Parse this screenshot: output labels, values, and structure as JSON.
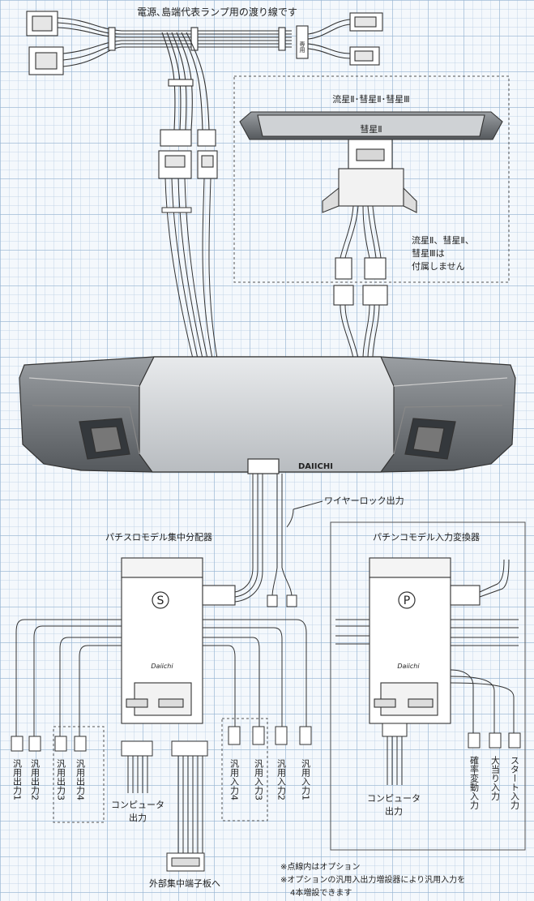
{
  "labels": {
    "harness_top": "電源､島端代表ランプ用の渡り線です",
    "harness_tag": "専用",
    "option_title": "流星Ⅱ･彗星Ⅱ･彗星Ⅲ",
    "lamp_name": "彗星Ⅱ",
    "not_included_1": "流星Ⅱ、彗星Ⅱ、",
    "not_included_2": "彗星Ⅲは",
    "not_included_3": "付属しません",
    "brand": "DAIICHI",
    "wire_lock": "ワイヤーロック出力",
    "pachislot_title": "パチスロモデル集中分配器",
    "pachinko_title": "パチンコモデル入力変換器",
    "s_badge": "S",
    "p_badge": "P",
    "box_logo": "Daiichi",
    "out1": "汎用出力1",
    "out2": "汎用出力2",
    "out3": "汎用出力3",
    "out4": "汎用出力4",
    "computer_out_1": "コンピュータ",
    "computer_out_2": "出力",
    "in4": "汎用入力4",
    "in3": "汎用入力3",
    "in2": "汎用入力2",
    "in1": "汎用入力1",
    "terminal": "外部集中端子板へ",
    "p_computer_1": "コンピュータ",
    "p_computer_2": "出力",
    "prob_input": "確率変動入力",
    "bonus_input": "大当り入力",
    "start_input": "スタート入力",
    "note1": "※点線内はオプション",
    "note2": "※オプションの汎用入出力増設器により汎用入力を",
    "note3": "4本増設できます"
  }
}
